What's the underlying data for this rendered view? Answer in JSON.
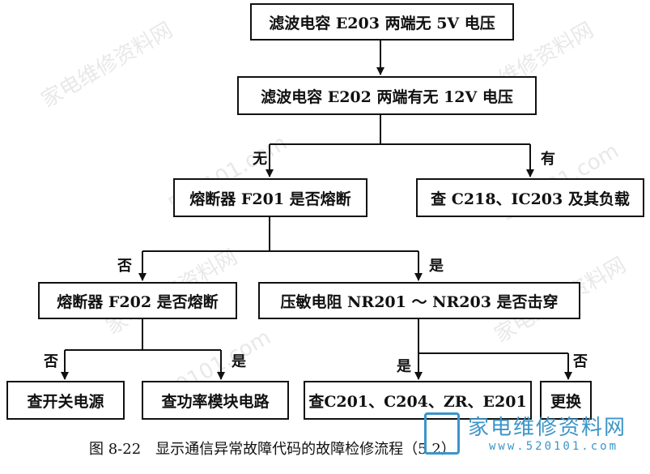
{
  "nodes": {
    "n1": "滤波电容 E203 两端无 5V 电压",
    "n2": "滤波电容 E202 两端有无 12V 电压",
    "n3": "熔断器 F201 是否熔断",
    "n4": "查 C218、IC203 及其负载",
    "n5": "熔断器 F202 是否熔断",
    "n6": "压敏电阻 NR201 ～ NR203 是否击穿",
    "n7": "查开关电源",
    "n8": "查功率模块电路",
    "n9": "查C201、C204、ZR、E201",
    "n10": "更换"
  },
  "edge_labels": {
    "wu": "无",
    "you": "有",
    "fou1": "否",
    "shi1": "是",
    "fou2": "否",
    "shi2": "是",
    "shi3": "是",
    "fou3": "否"
  },
  "caption": "图 8-22　显示通信异常故障代码的故障检修流程（5.2）",
  "watermark": {
    "text": "家电维修资料网",
    "url": "520101.com"
  },
  "logo": {
    "text": "家电维修资料网",
    "url": "www.520101.com"
  },
  "colors": {
    "line": "#111111",
    "logo": "#3b95c8"
  }
}
